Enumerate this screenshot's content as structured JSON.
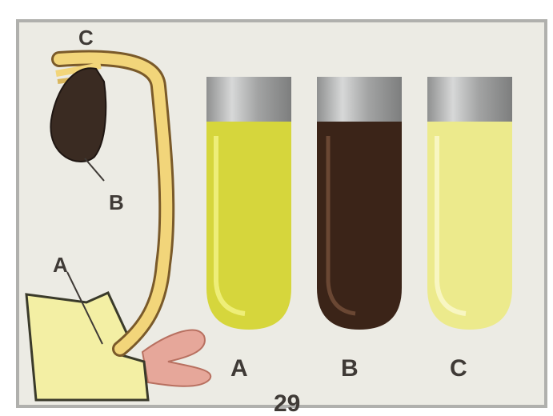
{
  "header_fragment": "",
  "illustration": {
    "figure_number": "29",
    "anatomy_labels": {
      "c": "C",
      "b": "B",
      "a": "A"
    },
    "tubes": [
      {
        "label": "A",
        "fluid_color": "#d6d63c",
        "fluid_highlight": "#eeee78"
      },
      {
        "label": "B",
        "fluid_color": "#3b2418",
        "fluid_highlight": "#6a4733"
      },
      {
        "label": "C",
        "fluid_color": "#ecea8c",
        "fluid_highlight": "#f8f6c2"
      }
    ],
    "colors": {
      "background": "#ecebe4",
      "frame": "#b0b0ad",
      "gallbladder": "#3a2b22",
      "duct": "#f2d57a",
      "intestine": "#f3efa4",
      "pancreas": "#e6a79a"
    }
  }
}
